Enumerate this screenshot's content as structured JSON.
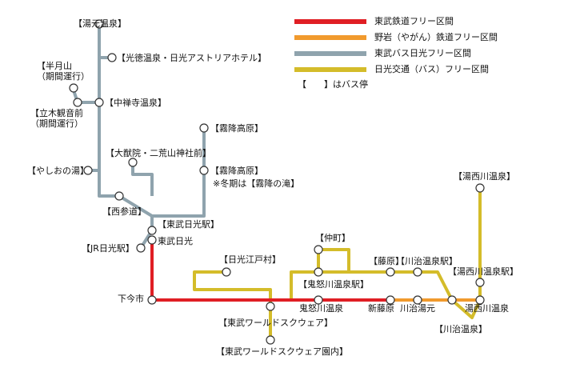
{
  "legend": {
    "items": [
      {
        "label": "東武鉄道フリー区間",
        "color": "#e01e24"
      },
      {
        "label": "野岩（やがん）鉄道フリー区間",
        "color": "#f19a2d"
      },
      {
        "label": "東武バス日光フリー区間",
        "color": "#8fa3ad"
      },
      {
        "label": "日光交通（バス）フリー区間",
        "color": "#d4bc2a"
      }
    ],
    "note": "【　　】はバス停"
  },
  "stations": {
    "yumoto": "【湯元温泉】",
    "kotoku": "【光徳温泉・日光アストリアホテル】",
    "hangetsu": "【半月山\n（期間運行）",
    "chuzenji": "【中禅寺温泉】",
    "tachiki": "【立木観音前\n（期間運行）",
    "kirifuri1": "【霧降高原】",
    "taiyuin": "【大猷院・二荒山神社前】",
    "yashio": "【やしおの湯】",
    "kirifuri2": "【霧降高原】",
    "kirifuri_note": "※冬期は【霧降の滝】",
    "nishisando": "【西参道】",
    "tobunikko_bus": "【東武日光駅】",
    "tobunikko": "東武日光",
    "jrnikko": "【JR日光駅】",
    "edomura": "【日光江戸村】",
    "nakamachi": "【仲町】",
    "fujiwara_bus": "【藤原】",
    "kawaji_bus": "【川治温泉駅】",
    "yunishigawa_bus": "【湯西川温泉】",
    "yunishigawa_stn_bus": "【湯西川温泉駅】",
    "kinugawa_bus": "【鬼怒川温泉駅】",
    "shimoimaichi": "下今市",
    "kinugawa": "鬼怒川温泉",
    "shinfujiwara": "新藤原",
    "kawaji": "川治湯元",
    "yunishigawa": "湯西川温泉",
    "world": "【東武ワールドスクウェア】",
    "kawaji_onsen_bus": "【川治温泉】",
    "world_in": "【東武ワールドスクウェア園内】"
  }
}
